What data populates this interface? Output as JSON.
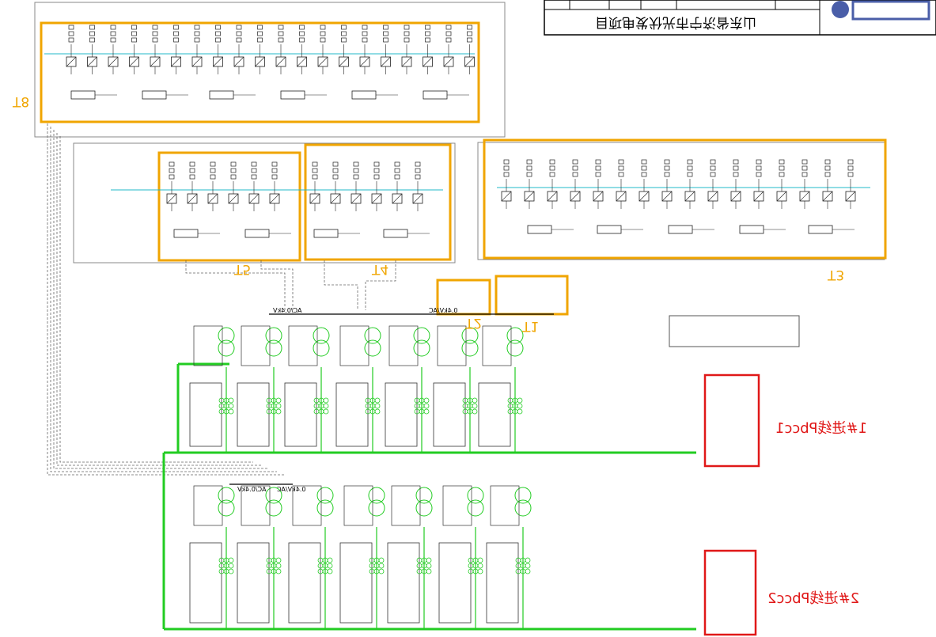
{
  "title_block": {
    "project_title": "山东省济宁市光伏发电项目"
  },
  "zones": [
    "T1",
    "T2",
    "T3",
    "T4",
    "T5",
    "T8"
  ],
  "feeders": [
    "1#进线Pbcc1",
    "2#进线Pbcc2"
  ],
  "bus_labels": [
    "0.4kV/AC",
    "AC/0.4kV"
  ],
  "colors": {
    "highlight": "#f0a500",
    "feeder": "#e01818",
    "busbar": "#22cc22",
    "cyan": "#22b8c8"
  },
  "upper_groups": [
    {
      "name": "T8",
      "units": 20
    },
    {
      "name": "T5",
      "units": 6
    },
    {
      "name": "T4",
      "units": 6
    },
    {
      "name": "T3",
      "units": 16
    }
  ]
}
